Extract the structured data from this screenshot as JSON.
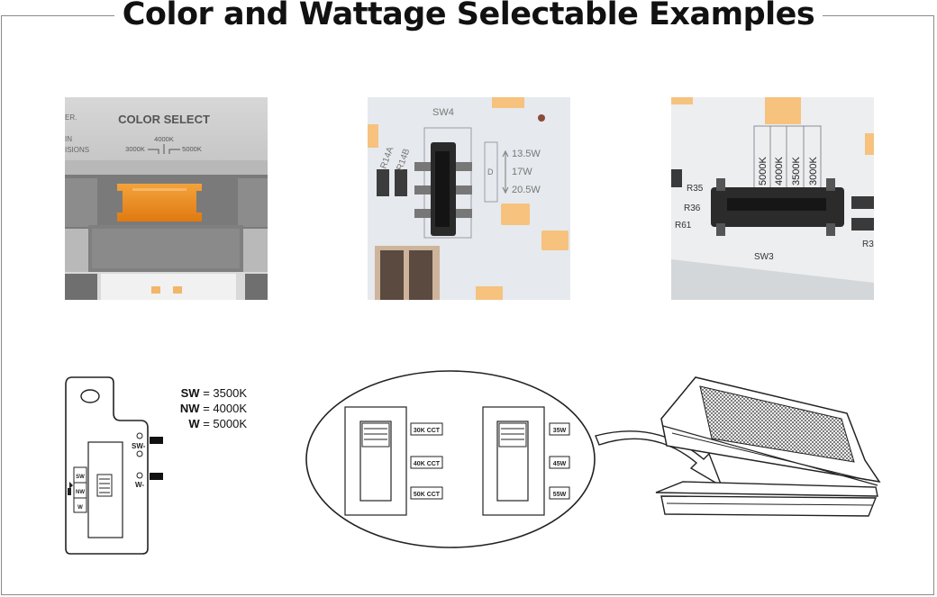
{
  "title": "Color and Wattage Selectable Examples",
  "photo1": {
    "color_select": "COLOR SELECT",
    "k4000": "4000K",
    "k3000": "3000K",
    "k5000": "5000K",
    "edge_text": [
      "ER.",
      "IN",
      "ISIONS"
    ]
  },
  "photo2": {
    "sw4": "SW4",
    "r14a": "R14A",
    "r14b": "R14B",
    "d": "D",
    "w135": "13.5W",
    "w17": "17W",
    "w205": "20.5W"
  },
  "photo3": {
    "k5000": "5000K",
    "k4000": "4000K",
    "k3500": "3500K",
    "k3000": "3000K",
    "r35": "R35",
    "r36": "R36",
    "r61": "R61",
    "sw3": "SW3",
    "r3": "R3"
  },
  "diagram1": {
    "legend": [
      {
        "code": "SW",
        "value": " = 3500K"
      },
      {
        "code": "NW",
        "value": " = 4000K"
      },
      {
        "code": "W",
        "value": " = 5000K"
      }
    ],
    "pin_sw": "SW-",
    "pin_w": "W-",
    "switch_labels": [
      "SW",
      "NW",
      "W"
    ]
  },
  "diagram2": {
    "cct_labels": [
      "30K CCT",
      "40K CCT",
      "50K CCT"
    ],
    "watt_labels": [
      "35W",
      "45W",
      "55W"
    ]
  },
  "colors": {
    "orange_knob": "#f08a18",
    "led": "#f7c98a",
    "pcb": "#e9ecef",
    "switch_body": "#2b2b2b"
  }
}
